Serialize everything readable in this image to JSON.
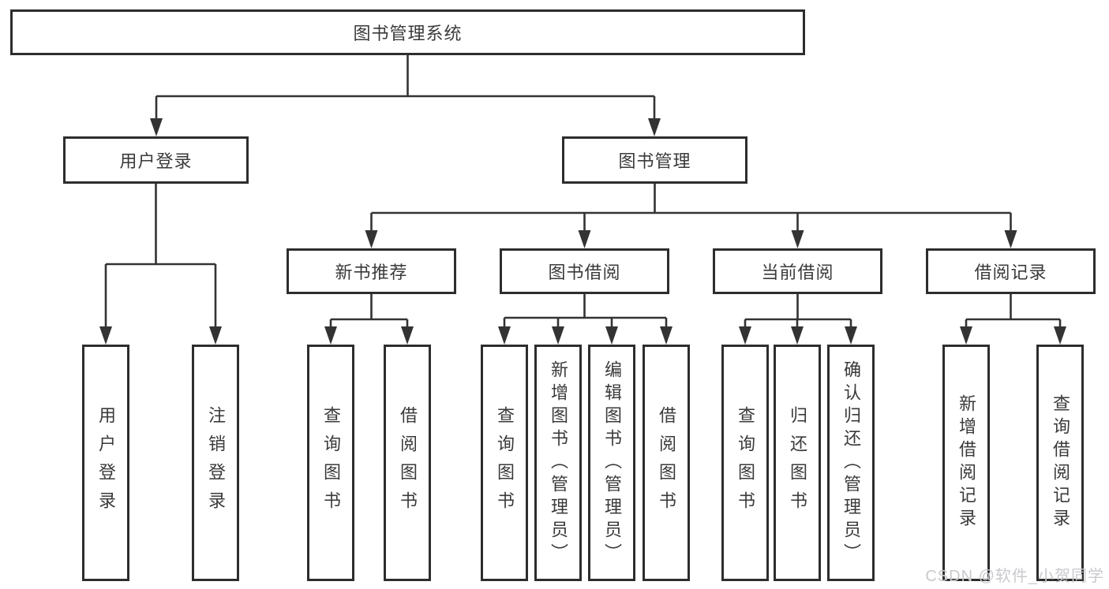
{
  "colors": {
    "line": "#333333",
    "box_border": "#2d2d2d",
    "box_fill": "#ffffff",
    "text": "#3a3a3a",
    "watermark": "#c9c9ce"
  },
  "watermark": {
    "text": "CSDN @软件_小贺同学"
  },
  "tree": {
    "root": {
      "label": "图书管理系统"
    },
    "branches": [
      {
        "label": "用户登录",
        "children": [
          "用户登录",
          "注销登录"
        ]
      },
      {
        "label": "图书管理",
        "sections": [
          {
            "label": "新书推荐",
            "children": [
              "查询图书",
              "借阅图书"
            ]
          },
          {
            "label": "图书借阅",
            "children": [
              "查询图书",
              "新增图书（管理员）",
              "编辑图书（管理员）",
              "借阅图书"
            ]
          },
          {
            "label": "当前借阅",
            "children": [
              "查询图书",
              "归还图书",
              "确认归还（管理员）"
            ]
          },
          {
            "label": "借阅记录",
            "children": [
              "新增借阅记录",
              "查询借阅记录"
            ]
          }
        ]
      }
    ]
  }
}
